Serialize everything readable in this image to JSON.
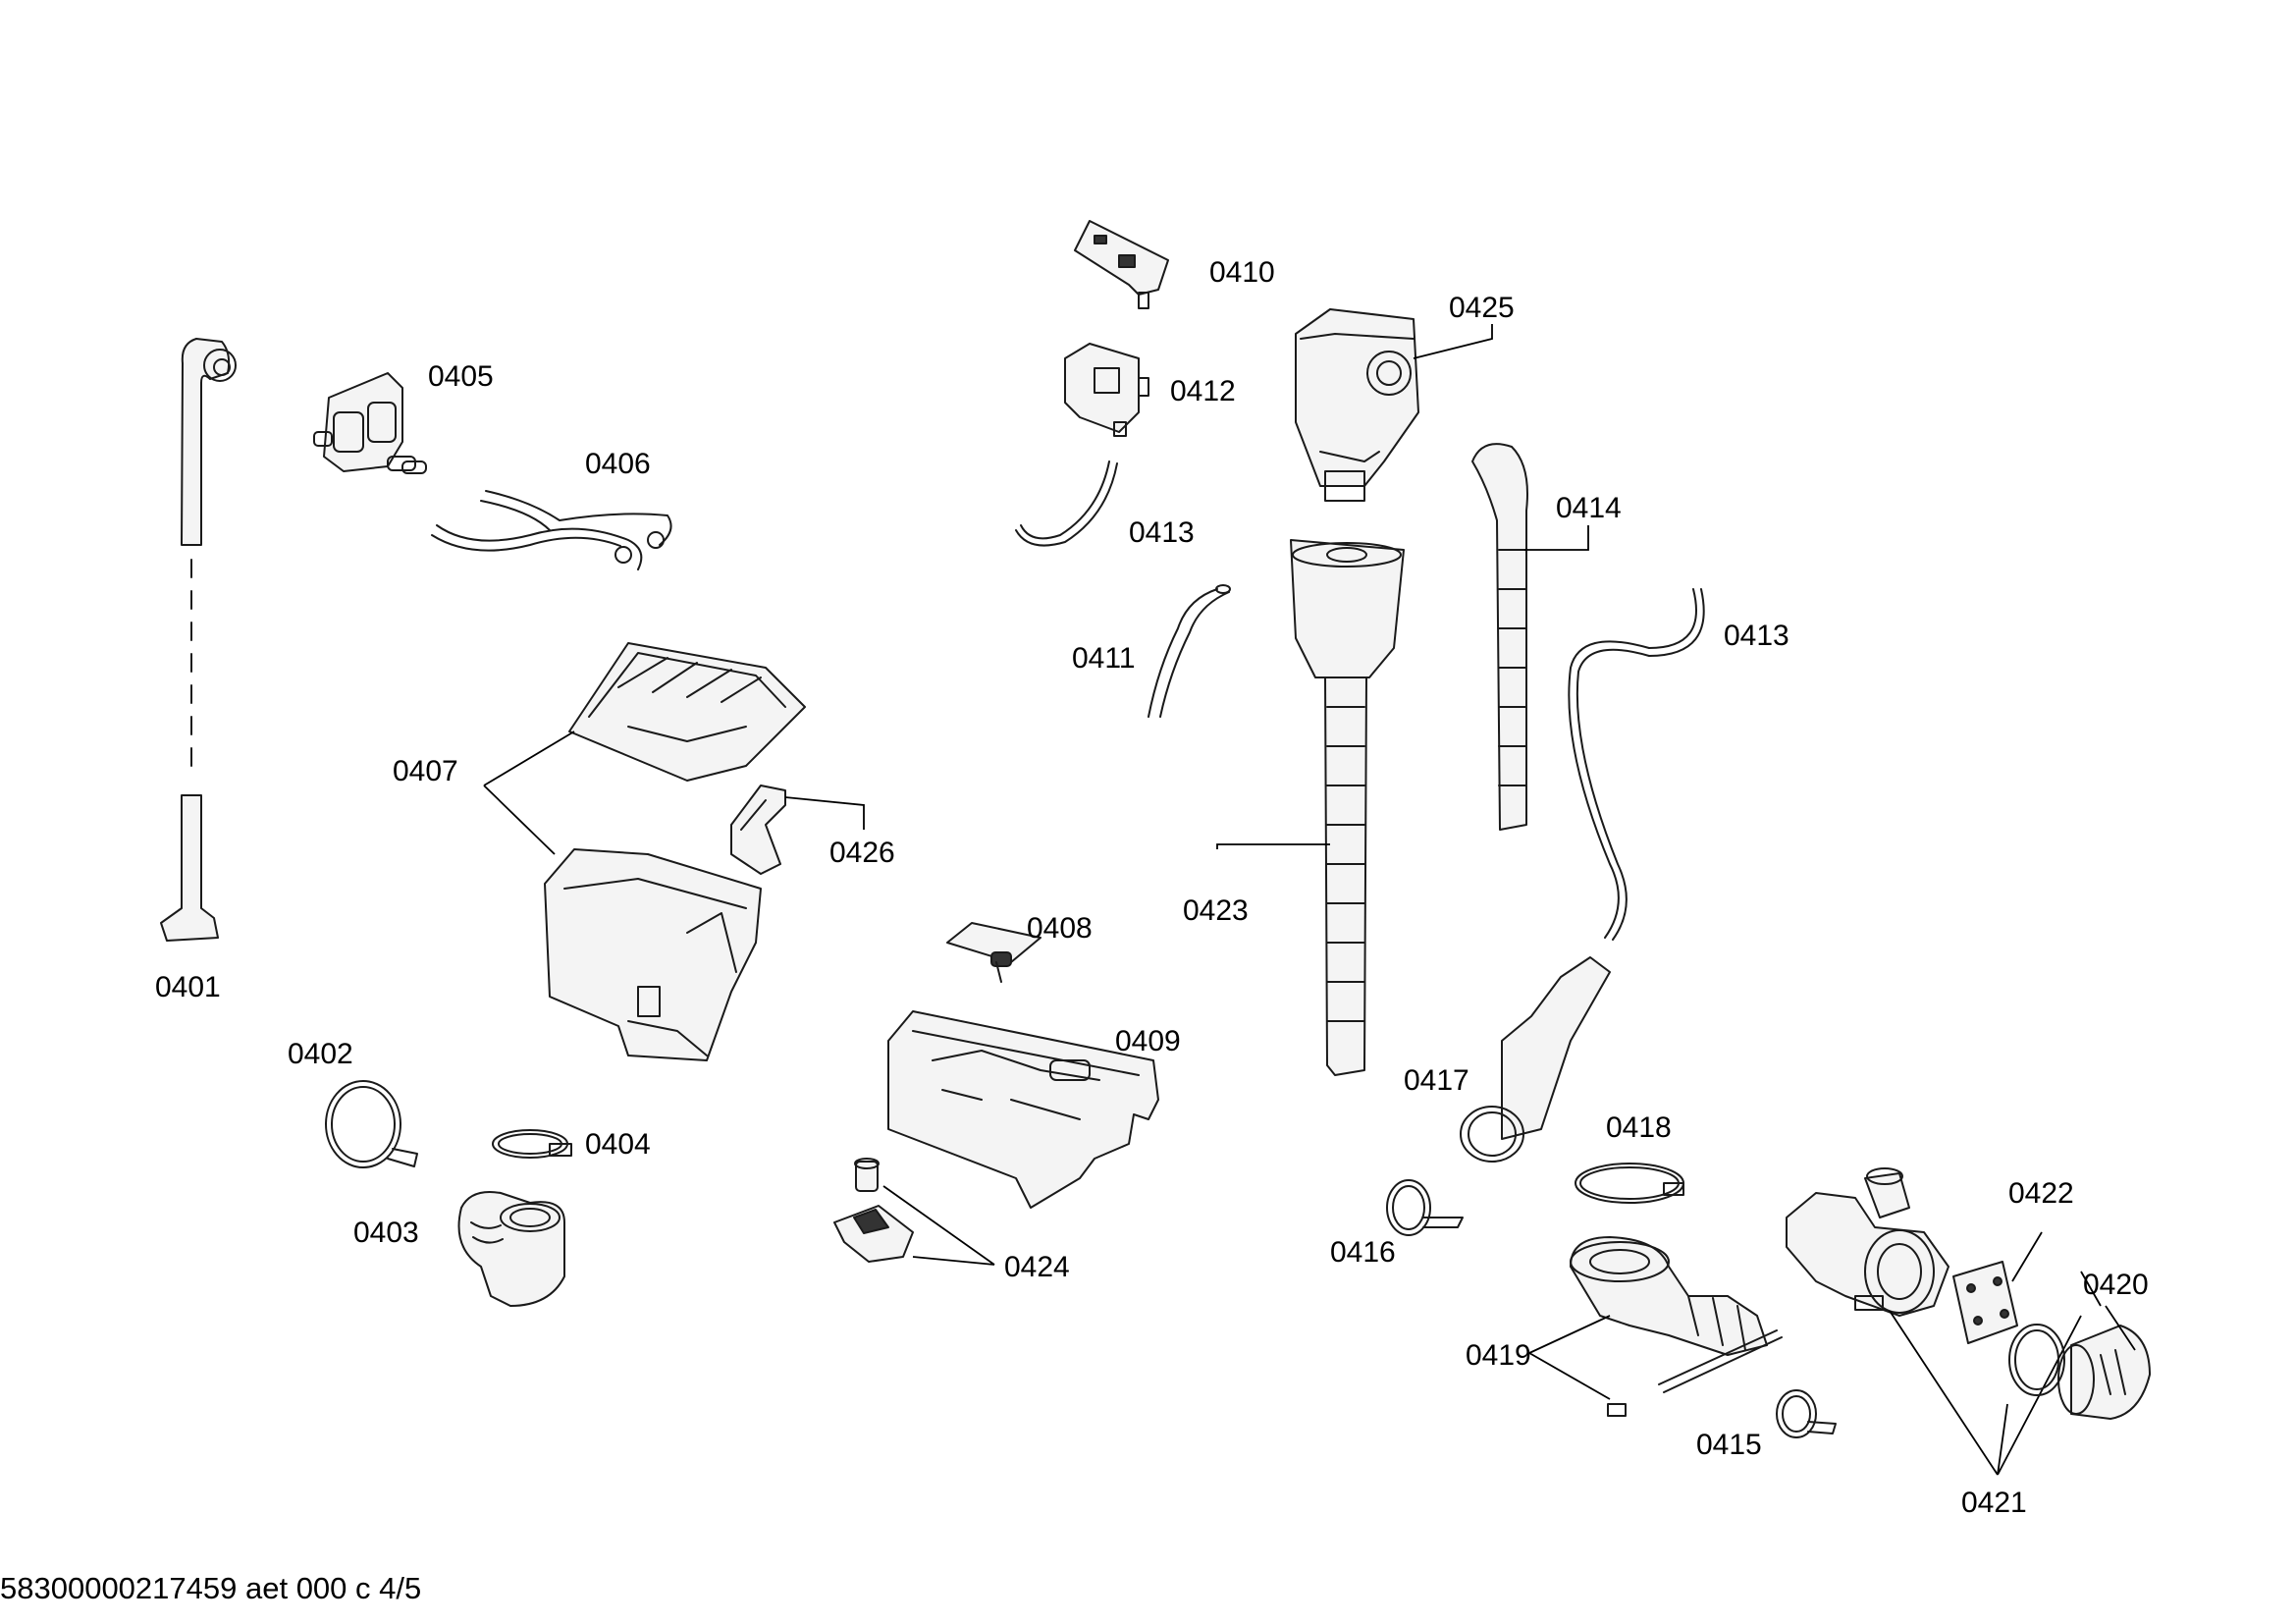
{
  "labels": {
    "p0401": "0401",
    "p0402": "0402",
    "p0403": "0403",
    "p0404": "0404",
    "p0405": "0405",
    "p0406": "0406",
    "p0407": "0407",
    "p0408": "0408",
    "p0409": "0409",
    "p0410": "0410",
    "p0411": "0411",
    "p0412": "0412",
    "p0413a": "0413",
    "p0413b": "0413",
    "p0414": "0414",
    "p0415": "0415",
    "p0416": "0416",
    "p0417": "0417",
    "p0418": "0418",
    "p0419": "0419",
    "p0420": "0420",
    "p0421": "0421",
    "p0422": "0422",
    "p0423": "0423",
    "p0424": "0424",
    "p0425": "0425",
    "p0426": "0426"
  },
  "footer": "58300000217459 aet 000 c 4/5"
}
